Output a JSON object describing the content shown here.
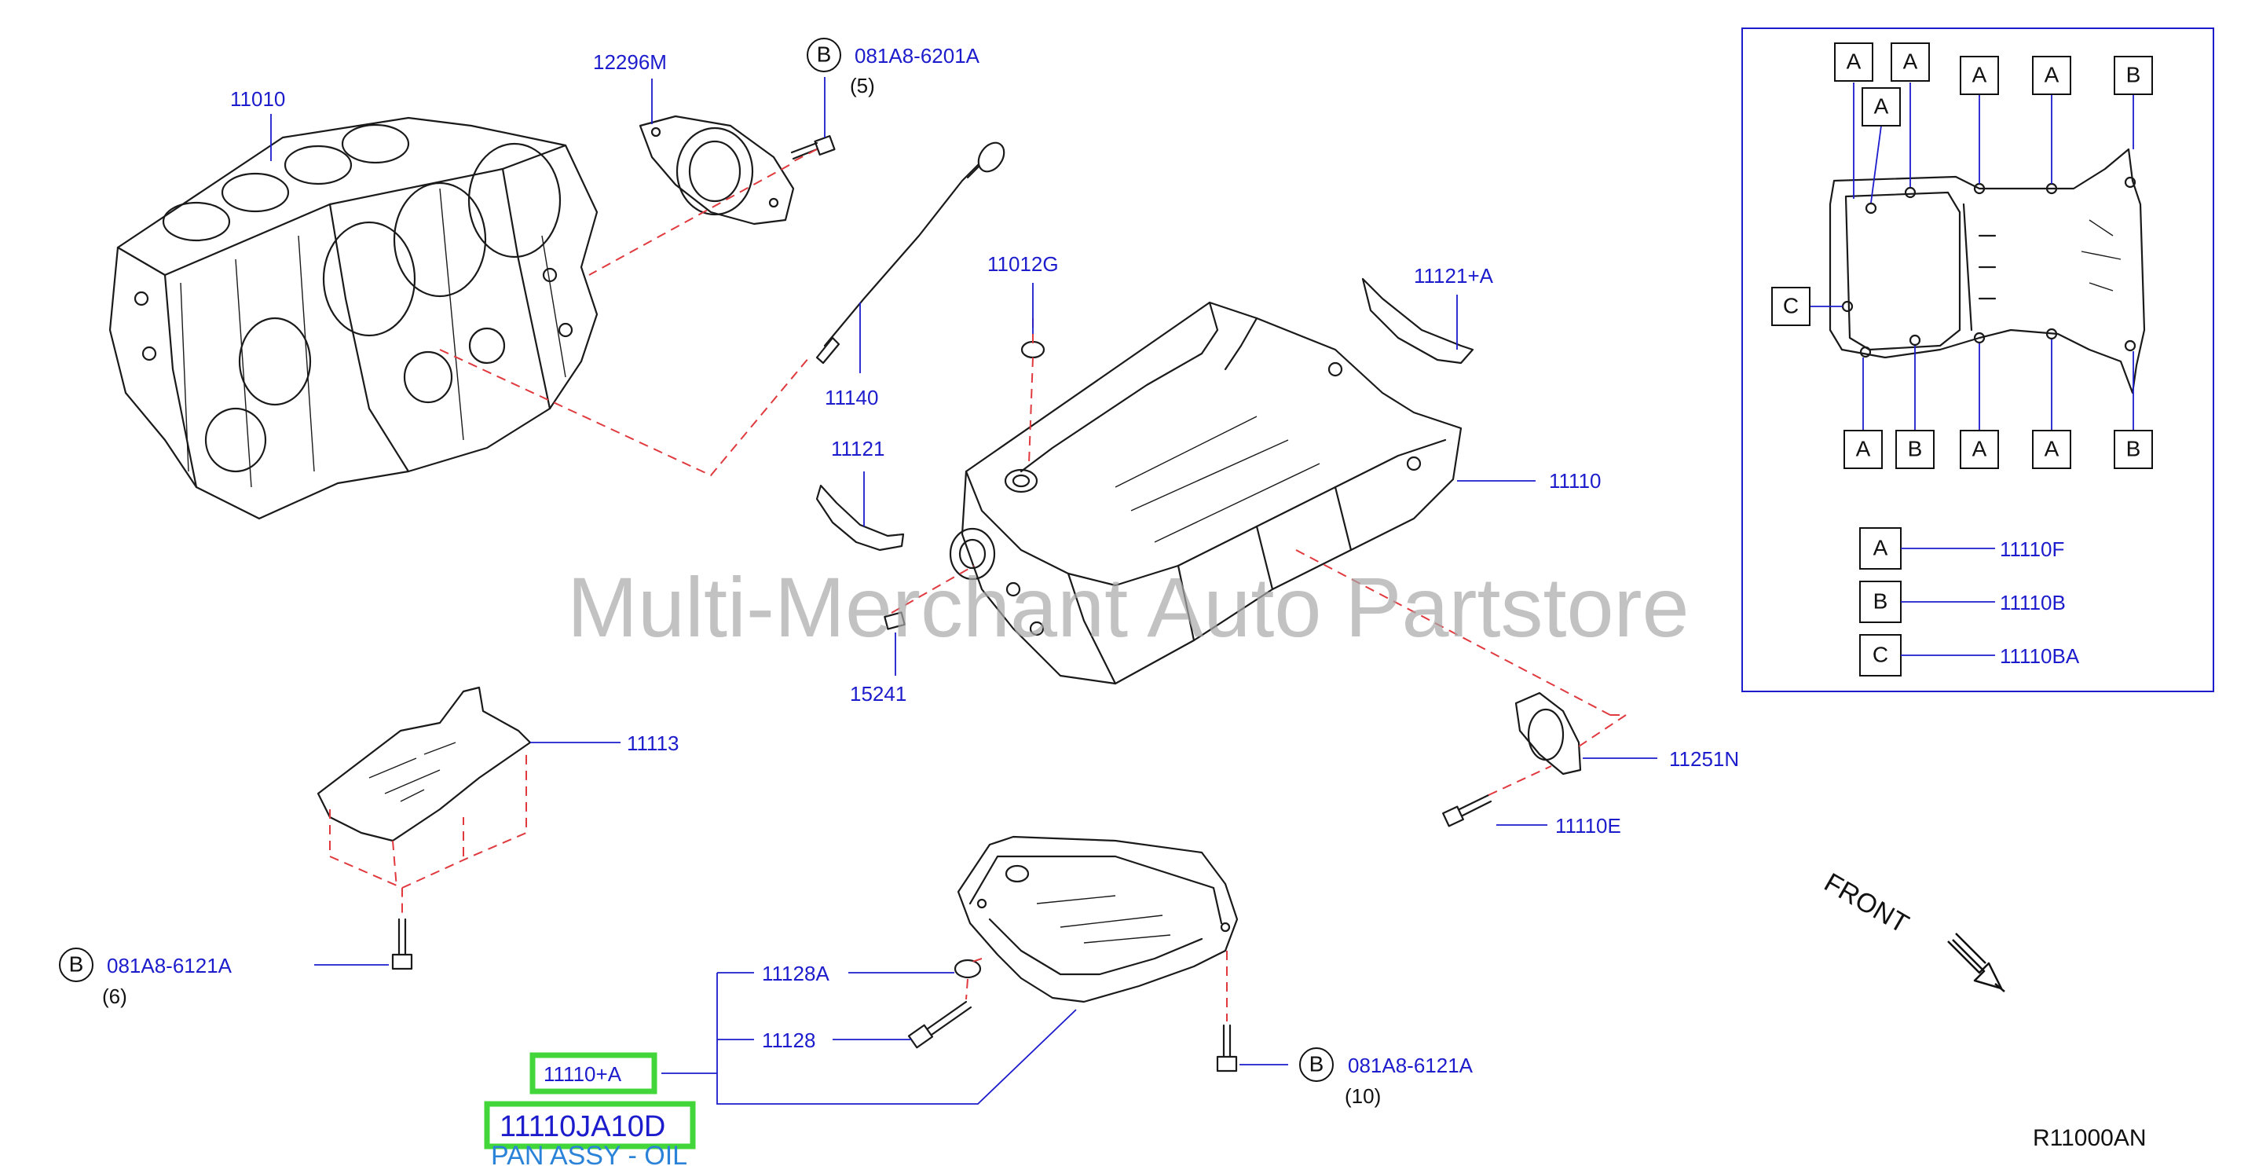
{
  "labels": {
    "l11010": "11010",
    "l12296M": "12296M",
    "l081A8_6201A": "081A8-6201A",
    "q5": "(5)",
    "l11012G": "11012G",
    "l11121A": "11121+A",
    "l11140": "11140",
    "l11121": "11121",
    "l11110": "11110",
    "l15241": "15241",
    "l11113": "11113",
    "l11251N": "11251N",
    "l11110E": "11110E",
    "l081A8_6121A_left": "081A8-6121A",
    "q6": "(6)",
    "l11128A": "11128A",
    "l11128": "11128",
    "l11110A": "11110+A",
    "l081A8_6121A_bottom": "081A8-6121A",
    "q10": "(10)"
  },
  "circle_letter": "B",
  "part_number": "11110JA10D",
  "part_name": "PAN ASSY - OIL",
  "watermark": "Multi-Merchant Auto Partstore",
  "front_label": "FRONT",
  "diagram_ref": "R11000AN",
  "inset": {
    "letters": {
      "t1": "A",
      "t2": "A",
      "t3": "A",
      "t4": "A",
      "t5": "B",
      "t6": "A",
      "c": "C",
      "b1": "A",
      "b2": "B",
      "b3": "A",
      "b4": "A",
      "b5": "B"
    },
    "legend": [
      {
        "letter": "A",
        "code": "11110F"
      },
      {
        "letter": "B",
        "code": "11110B"
      },
      {
        "letter": "C",
        "code": "11110BA"
      }
    ]
  },
  "colors": {
    "label_blue": "#1c1ccc",
    "dash_red": "#e0393e",
    "highlight_green": "#43d63a",
    "part_name_blue": "#2a83d8",
    "watermark_gray": "#a9a9a9"
  }
}
